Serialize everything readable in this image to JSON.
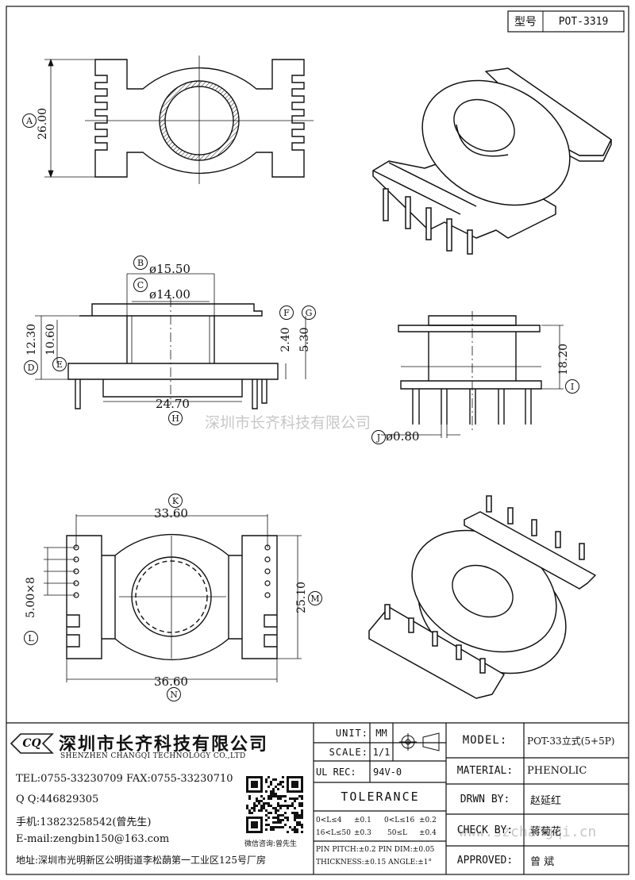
{
  "header": {
    "model_label": "型号",
    "model_value": "POT-3319"
  },
  "watermark": {
    "company": "深圳市长齐科技有限公司",
    "url": "www.szchangqi.cn"
  },
  "dimensions": {
    "A": {
      "letter": "A",
      "value": "26.00"
    },
    "B": {
      "letter": "B",
      "value": "ø15.50"
    },
    "C": {
      "letter": "C",
      "value": "ø14.00"
    },
    "D": {
      "letter": "D",
      "value": "12.30"
    },
    "E": {
      "letter": "E",
      "value": "10.60"
    },
    "F": {
      "letter": "F",
      "value": "2.40"
    },
    "G": {
      "letter": "G",
      "value": "5.30"
    },
    "H": {
      "letter": "H",
      "value": "24.70"
    },
    "I": {
      "letter": "I",
      "value": "18.20"
    },
    "J": {
      "letter": "J",
      "value": "ø0.80"
    },
    "K": {
      "letter": "K",
      "value": "33.60"
    },
    "L": {
      "letter": "L",
      "value": "5.00×8"
    },
    "M": {
      "letter": "M",
      "value": "25.10"
    },
    "N": {
      "letter": "N",
      "value": "36.60"
    }
  },
  "company": {
    "logo_text": "CQ",
    "name_cn": "深圳市长齐科技有限公司",
    "name_en": "SHENZHEN CHANGQI TECHNOLOGY CO.,LTD",
    "tel": "TEL:0755-33230709  FAX:0755-33230710",
    "qq": "Q Q:446829305",
    "mobile": "手机:13823258542(曾先生)",
    "email": "E-mail:zengbin150@163.com",
    "address": "地址:深圳市光明新区公明街道李松蓢第一工业区125号厂房",
    "qr_caption": "微信咨询:曾先生"
  },
  "spec": {
    "unit_label": "UNIT:",
    "unit_value": "MM",
    "scale_label": "SCALE:",
    "scale_value": "1/1",
    "ulrec_label": "UL REC:",
    "ulrec_value": "94V-0",
    "tolerance_label": "TOLERANCE",
    "tol_1a": "0<L≤4",
    "tol_1b": "±0.1",
    "tol_1c": "0<L≤16",
    "tol_1d": "±0.2",
    "tol_2a": "16<L≤50",
    "tol_2b": "±0.3",
    "tol_2c": "50≤L",
    "tol_2d": "±0.4",
    "tol_3": "PIN PITCH:±0.2 PIN  DIM:±0.05",
    "tol_4": "THICKNESS:±0.15    ANGLE:±1°"
  },
  "info": {
    "model_label": "MODEL:",
    "model_value": "POT-33立式(5+5P)",
    "material_label": "MATERIAL:",
    "material_value": "PHENOLIC",
    "drawn_label": "DRWN BY:",
    "drawn_value": "赵延红",
    "check_label": "CHECK BY:",
    "check_value": "蒋菊花",
    "approved_label": "APPROVED:",
    "approved_value": "曾  斌"
  }
}
